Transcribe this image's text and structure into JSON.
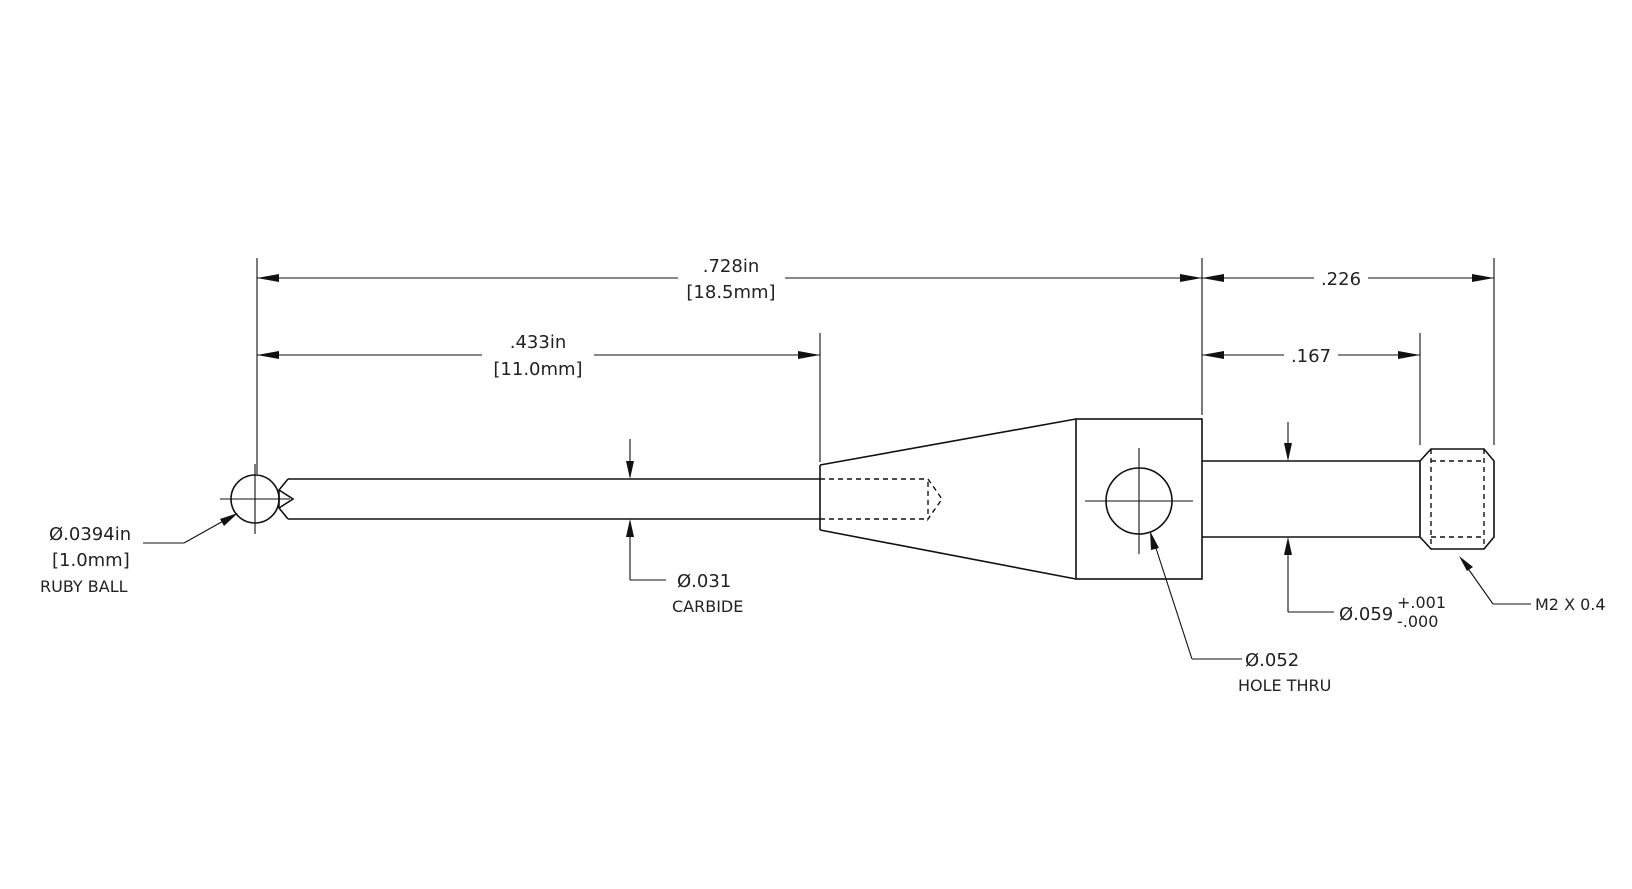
{
  "dimensions": {
    "overall_in": ".728in",
    "overall_mm": "[18.5mm]",
    "stem_in": ".433in",
    "stem_mm": "[11.0mm]",
    "thread_total": ".226",
    "shank_length": ".167"
  },
  "callouts": {
    "ball_dia": "Ø.0394in",
    "ball_dia_mm": "[1.0mm]",
    "ball_material": "RUBY BALL",
    "stem_dia": "Ø.031",
    "stem_material": "CARBIDE",
    "hole_dia": "Ø.052",
    "hole_note": "HOLE THRU",
    "shank_dia": "Ø.059",
    "tol_plus": "+.001",
    "tol_minus": "-.000",
    "thread": "M2 X 0.4"
  }
}
